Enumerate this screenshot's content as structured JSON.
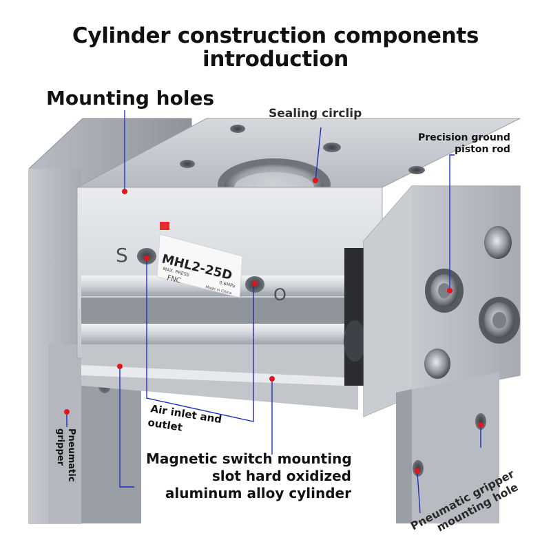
{
  "title": {
    "line1": "Cylinder construction components",
    "line2": "introduction"
  },
  "labels": {
    "mounting_holes": "Mounting holes",
    "sealing_circlip": "Sealing circlip",
    "piston_rod_line1": "Precision ground",
    "piston_rod_line2": "piston rod",
    "air_inlet_line1": "Air inlet and",
    "air_inlet_line2": "outlet",
    "pneumatic_gripper_line1": "Pneumatic",
    "pneumatic_gripper_line2": "gripper",
    "magnetic_line1": "Magnetic switch mounting",
    "magnetic_line2": "slot hard oxidized",
    "magnetic_line3": "aluminum alloy cylinder",
    "gripper_hole_line1": "Pneumatic gripper",
    "gripper_hole_line2": "mounting hole"
  },
  "product_label": {
    "model": "MHL2-25D",
    "max_press_label": "MAX. PRESS",
    "max_press_value": "0.6MPa",
    "brand": "FNC",
    "origin": "Made in China",
    "port_s": "S",
    "port_o": "O"
  },
  "colors": {
    "marker_dot": "#e0161d",
    "leader_line": "#1f2fb8",
    "label_red_tab": "#e52d2d"
  }
}
